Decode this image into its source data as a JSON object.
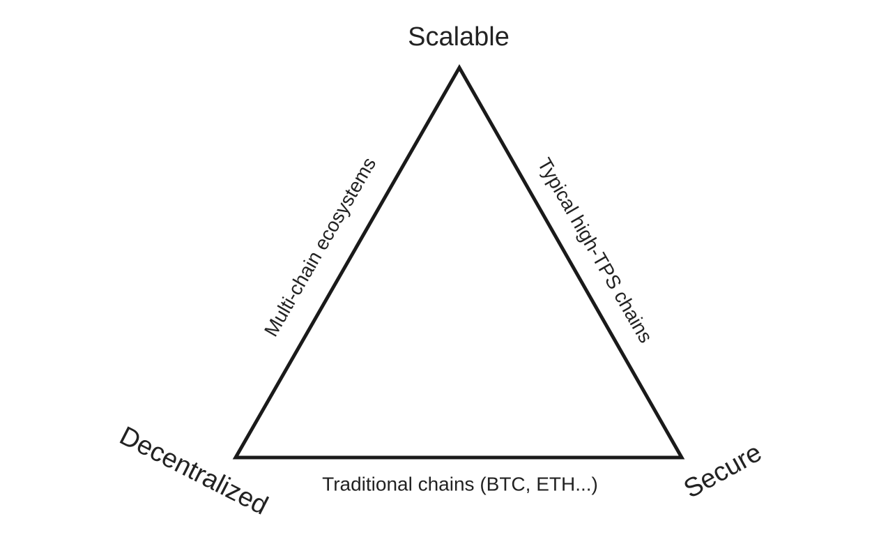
{
  "diagram": {
    "type": "triangle-trilemma",
    "background_color": "#ffffff",
    "line_color": "#1a1a1a",
    "text_color": "#222222",
    "vertices": [
      {
        "position": "top",
        "label": "Scalable"
      },
      {
        "position": "bottom-left",
        "label": "Decentralized"
      },
      {
        "position": "bottom-right",
        "label": "Secure"
      }
    ],
    "edges": [
      {
        "between": [
          "Decentralized",
          "Scalable"
        ],
        "label": "Multi-chain ecosystems"
      },
      {
        "between": [
          "Scalable",
          "Secure"
        ],
        "label": "Typical high-TPS chains"
      },
      {
        "between": [
          "Decentralized",
          "Secure"
        ],
        "label": "Traditional chains (BTC, ETH...)"
      }
    ]
  }
}
